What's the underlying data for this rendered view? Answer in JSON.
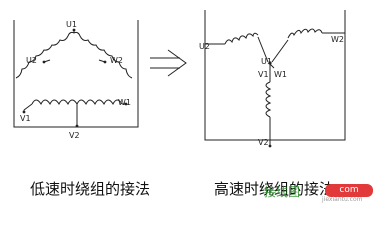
{
  "left_diagram": {
    "terminals": [
      "U1",
      "U2",
      "W2",
      "V1",
      "W1",
      "V2"
    ]
  },
  "right_diagram": {
    "terminals": [
      "U2",
      "W2",
      "U1",
      "V1",
      "W1",
      "V2"
    ]
  },
  "captions": {
    "left": "低速时绕组的接法",
    "right": "高速时绕组的接法"
  },
  "watermark": {
    "text": "接线图",
    "url": "jiexiantu.com",
    "badge": "com"
  },
  "colors": {
    "lines": "#222222",
    "watermark_badge": "#e23a3a"
  }
}
